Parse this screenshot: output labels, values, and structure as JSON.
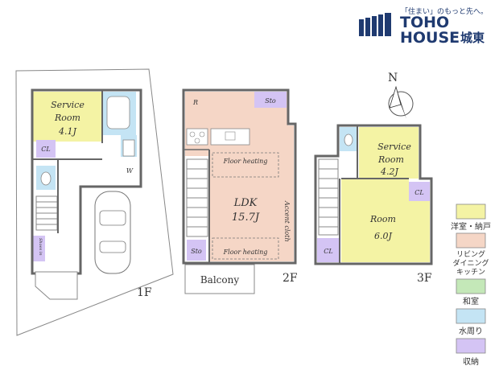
{
  "logo": {
    "tagline": "「住まい」のもっと先へ。",
    "brand_line1": "TOHO",
    "brand_line2": "HOUSE",
    "branch": "城東"
  },
  "compass": {
    "label": "N"
  },
  "floor1": {
    "floor_label": "1F",
    "service_room_line1": "Service",
    "service_room_line2": "Room",
    "service_room_size": "4.1J",
    "cl": "CL",
    "w": "W",
    "shoes": "Shoes in"
  },
  "floor2": {
    "floor_label": "2F",
    "ldk": "LDK",
    "ldk_size": "15.7J",
    "floor_heating_top": "Floor heating",
    "floor_heating_bottom": "Floor heating",
    "accent_cloth": "Accent cloth",
    "sto_top": "Sto",
    "sto_bottom": "Sto",
    "r": "R",
    "balcony": "Balcony"
  },
  "floor3": {
    "floor_label": "3F",
    "service_room_line1": "Service",
    "service_room_line2": "Room",
    "service_room_size": "4.2J",
    "cl_right": "CL",
    "room": "Room",
    "room_size": "6.0J",
    "cl_left": "CL"
  },
  "legend": [
    {
      "label": "洋室・納戸",
      "color": "#f4f3a4"
    },
    {
      "label": "リビング\nダイニング\nキッチン",
      "color": "#f5d6c6"
    },
    {
      "label": "和室",
      "color": "#c4e8b8"
    },
    {
      "label": "水周り",
      "color": "#c4e4f4"
    },
    {
      "label": "収納",
      "color": "#d4c4f4"
    }
  ],
  "colors": {
    "western": "#f4f3a4",
    "ldk": "#f5d6c6",
    "japanese": "#c4e8b8",
    "water": "#c4e4f4",
    "storage": "#d4c4f4"
  }
}
